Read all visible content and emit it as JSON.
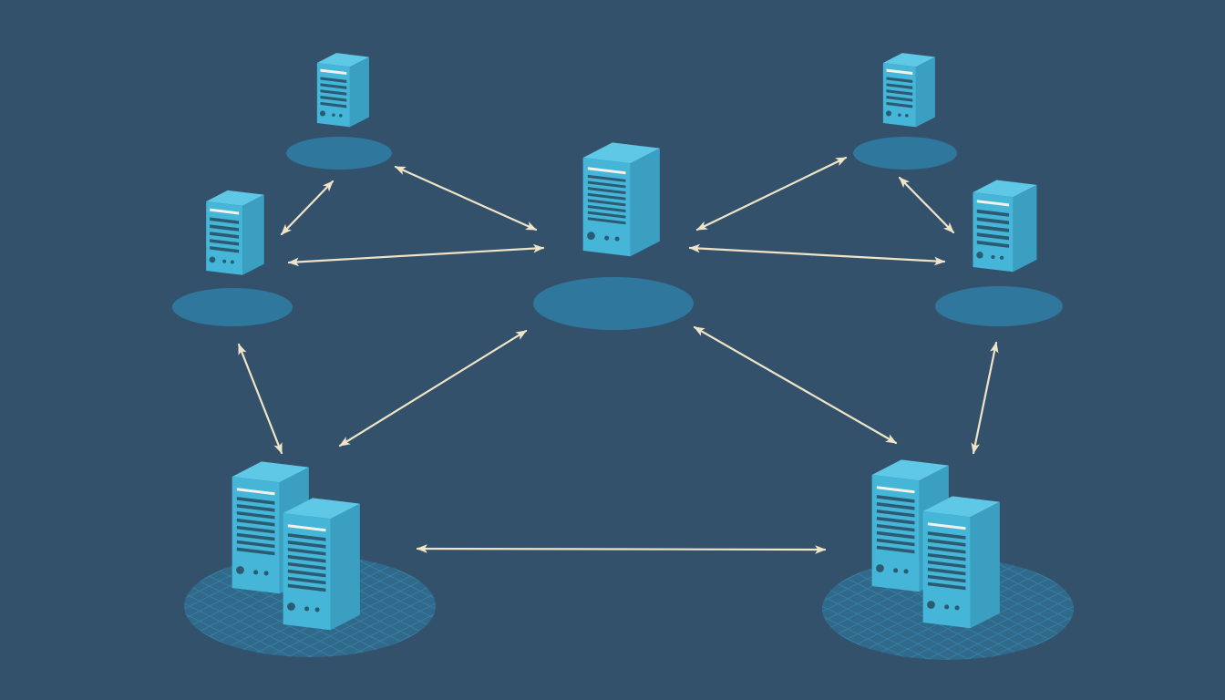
{
  "colors": {
    "background": "#33516b",
    "server_front": "#45b6d8",
    "server_side": "#3a9fc1",
    "server_top": "#5ec8e6",
    "server_detail": "#2b5a73",
    "server_highlight": "#f4f2ea",
    "platform": "#2f7ea6",
    "platform_grid": "#3a8ab0",
    "arrow": "#efe4c8"
  },
  "icons": {
    "server": "server-icon",
    "server_cluster": "server-cluster-icon",
    "connection": "bidirectional-arrow-icon"
  },
  "nodes": [
    {
      "id": "node-top-left",
      "kind": "server"
    },
    {
      "id": "node-top-right",
      "kind": "server"
    },
    {
      "id": "node-mid-left",
      "kind": "server"
    },
    {
      "id": "node-center",
      "kind": "server"
    },
    {
      "id": "node-mid-right",
      "kind": "server"
    },
    {
      "id": "node-bottom-left",
      "kind": "server_cluster"
    },
    {
      "id": "node-bottom-right",
      "kind": "server_cluster"
    }
  ],
  "links": [
    {
      "from": "node-top-left",
      "to": "node-mid-left"
    },
    {
      "from": "node-top-left",
      "to": "node-center"
    },
    {
      "from": "node-mid-left",
      "to": "node-center"
    },
    {
      "from": "node-mid-left",
      "to": "node-bottom-left"
    },
    {
      "from": "node-center",
      "to": "node-bottom-left"
    },
    {
      "from": "node-center",
      "to": "node-top-right"
    },
    {
      "from": "node-center",
      "to": "node-mid-right"
    },
    {
      "from": "node-center",
      "to": "node-bottom-right"
    },
    {
      "from": "node-top-right",
      "to": "node-mid-right"
    },
    {
      "from": "node-mid-right",
      "to": "node-bottom-right"
    },
    {
      "from": "node-bottom-left",
      "to": "node-bottom-right"
    }
  ]
}
